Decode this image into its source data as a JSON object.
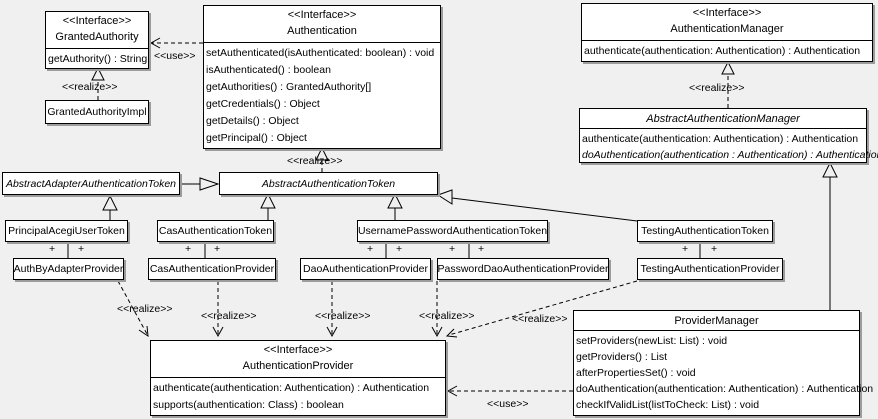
{
  "classes": {
    "granted_authority": {
      "stereotype": "<<Interface>>",
      "name": "GrantedAuthority",
      "methods": [
        "getAuthority() : String"
      ]
    },
    "granted_authority_impl": {
      "name": "GrantedAuthorityImpl"
    },
    "authentication": {
      "stereotype": "<<Interface>>",
      "name": "Authentication",
      "methods": [
        "setAuthenticated(isAuthenticated: boolean) : void",
        "isAuthenticated() : boolean",
        "getAuthorities() : GrantedAuthority[]",
        "getCredentials() : Object",
        "getDetails() : Object",
        "getPrincipal() : Object"
      ]
    },
    "authentication_manager": {
      "stereotype": "<<Interface>>",
      "name": "AuthenticationManager",
      "methods": [
        "authenticate(authentication: Authentication) : Authentication"
      ]
    },
    "abstract_authentication_manager": {
      "name": "AbstractAuthenticationManager",
      "methods": [
        "authenticate(authentication: Authentication) : Authentication",
        "doAuthentication(authentication : Authentication) : Authentication"
      ]
    },
    "abstract_adapter_authentication_token": {
      "name": "AbstractAdapterAuthenticationToken"
    },
    "abstract_authentication_token": {
      "name": "AbstractAuthenticationToken"
    },
    "principal_acegi_user_token": {
      "name": "PrincipalAcegiUserToken"
    },
    "cas_authentication_token": {
      "name": "CasAuthenticationToken"
    },
    "username_password_authentication_token": {
      "name": "UsernamePasswordAuthenticationToken"
    },
    "testing_authentication_token": {
      "name": "TestingAuthenticationToken"
    },
    "auth_by_adapter_provider": {
      "name": "AuthByAdapterProvider"
    },
    "cas_authentication_provider": {
      "name": "CasAuthenticationProvider"
    },
    "dao_authentication_provider": {
      "name": "DaoAuthenticationProvider"
    },
    "password_dao_authentication_provider": {
      "name": "PasswordDaoAuthenticationProvider"
    },
    "testing_authentication_provider": {
      "name": "TestingAuthenticationProvider"
    },
    "authentication_provider": {
      "stereotype": "<<Interface>>",
      "name": "AuthenticationProvider",
      "methods": [
        "authenticate(authentication: Authentication) : Authentication",
        "supports(authentication: Class) : boolean"
      ]
    },
    "provider_manager": {
      "name": "ProviderManager",
      "methods": [
        "setProviders(newList: List) : void",
        "getProviders() : List",
        "afterPropertiesSet() : void",
        "doAuthentication(authentication: Authentication) : Authentication",
        "checkIfValidList(listToCheck: List) : void"
      ]
    }
  },
  "edge_labels": {
    "use": "<<use>>",
    "realize": "<<realize>>",
    "plus": "+"
  },
  "colors": {
    "background": "#f0f0f0",
    "box_fill": "#ffffff",
    "line": "#000000",
    "shadow": "#9c9c9c"
  }
}
